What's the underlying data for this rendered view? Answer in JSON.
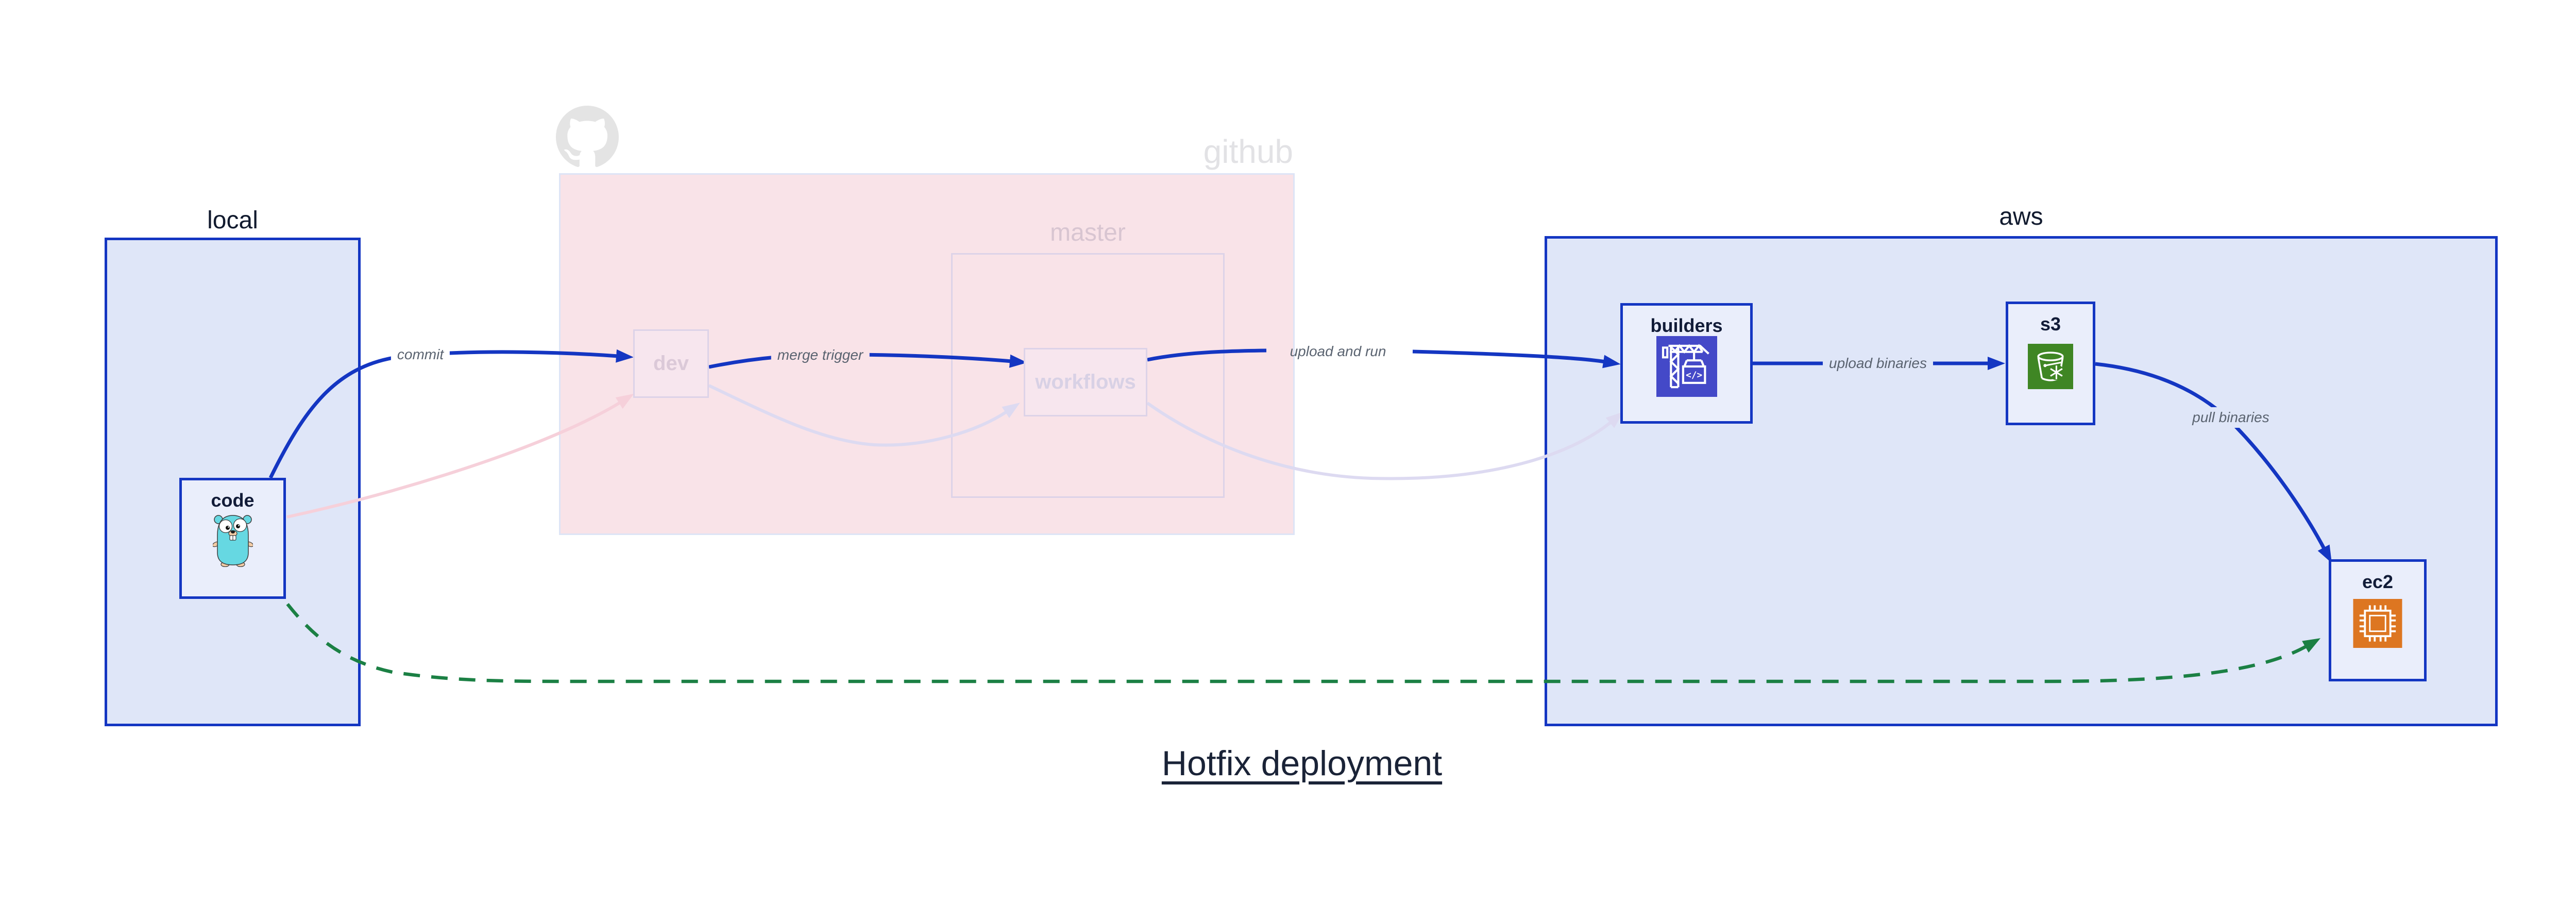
{
  "diagram_title": "Hotfix deployment",
  "clusters": {
    "local": {
      "label": "local"
    },
    "github": {
      "label": "github",
      "logo_icon": "octocat-icon"
    },
    "master": {
      "label": "master"
    },
    "aws": {
      "label": "aws"
    }
  },
  "nodes": {
    "code": {
      "label": "code",
      "icon": "go-gopher-icon"
    },
    "dev": {
      "label": "dev"
    },
    "workflows": {
      "label": "workflows"
    },
    "builders": {
      "label": "builders",
      "icon": "aws-codebuild-crane-icon"
    },
    "s3": {
      "label": "s3",
      "icon": "aws-s3-glacier-bucket-icon"
    },
    "ec2": {
      "label": "ec2",
      "icon": "aws-ec2-chip-icon"
    }
  },
  "edges": [
    {
      "from": "code",
      "to": "dev",
      "label": "commit",
      "style": "solid-blue"
    },
    {
      "from": "dev",
      "to": "workflows",
      "label": "merge trigger",
      "style": "solid-blue"
    },
    {
      "from": "workflows",
      "to": "builders",
      "label": "upload and run",
      "style": "solid-blue"
    },
    {
      "from": "builders",
      "to": "s3",
      "label": "upload binaries",
      "style": "solid-blue"
    },
    {
      "from": "s3",
      "to": "ec2",
      "label": "pull binaries",
      "style": "solid-blue"
    },
    {
      "from": "code",
      "to": "ec2",
      "label": "",
      "style": "dashed-green"
    },
    {
      "from": "code",
      "to": "dev",
      "label": "",
      "style": "faded-pink-ghost"
    },
    {
      "from": "dev",
      "to": "workflows",
      "label": "",
      "style": "faded-lavender-ghost"
    },
    {
      "from": "workflows",
      "to": "builders",
      "label": "",
      "style": "faded-lavender-ghost"
    }
  ],
  "colors": {
    "strong_blue": "#1436c2",
    "cluster_blue_fill": "#dfe6f8",
    "node_fill": "#eaeefb",
    "github_pink_fill": "#f9e3e8",
    "faded_border": "#ddd3e8",
    "green_arrow": "#1b8044",
    "ghost_pink": "#f6d0da",
    "ghost_lavender": "#dddaf1",
    "codebuild_icon_bg": "#4449c8",
    "s3_icon_bg": "#3f8624",
    "ec2_icon_bg": "#dd7621",
    "gopher_teal": "#66d8e2",
    "edge_label_text": "#5a6370",
    "title_text": "#1a2337"
  }
}
